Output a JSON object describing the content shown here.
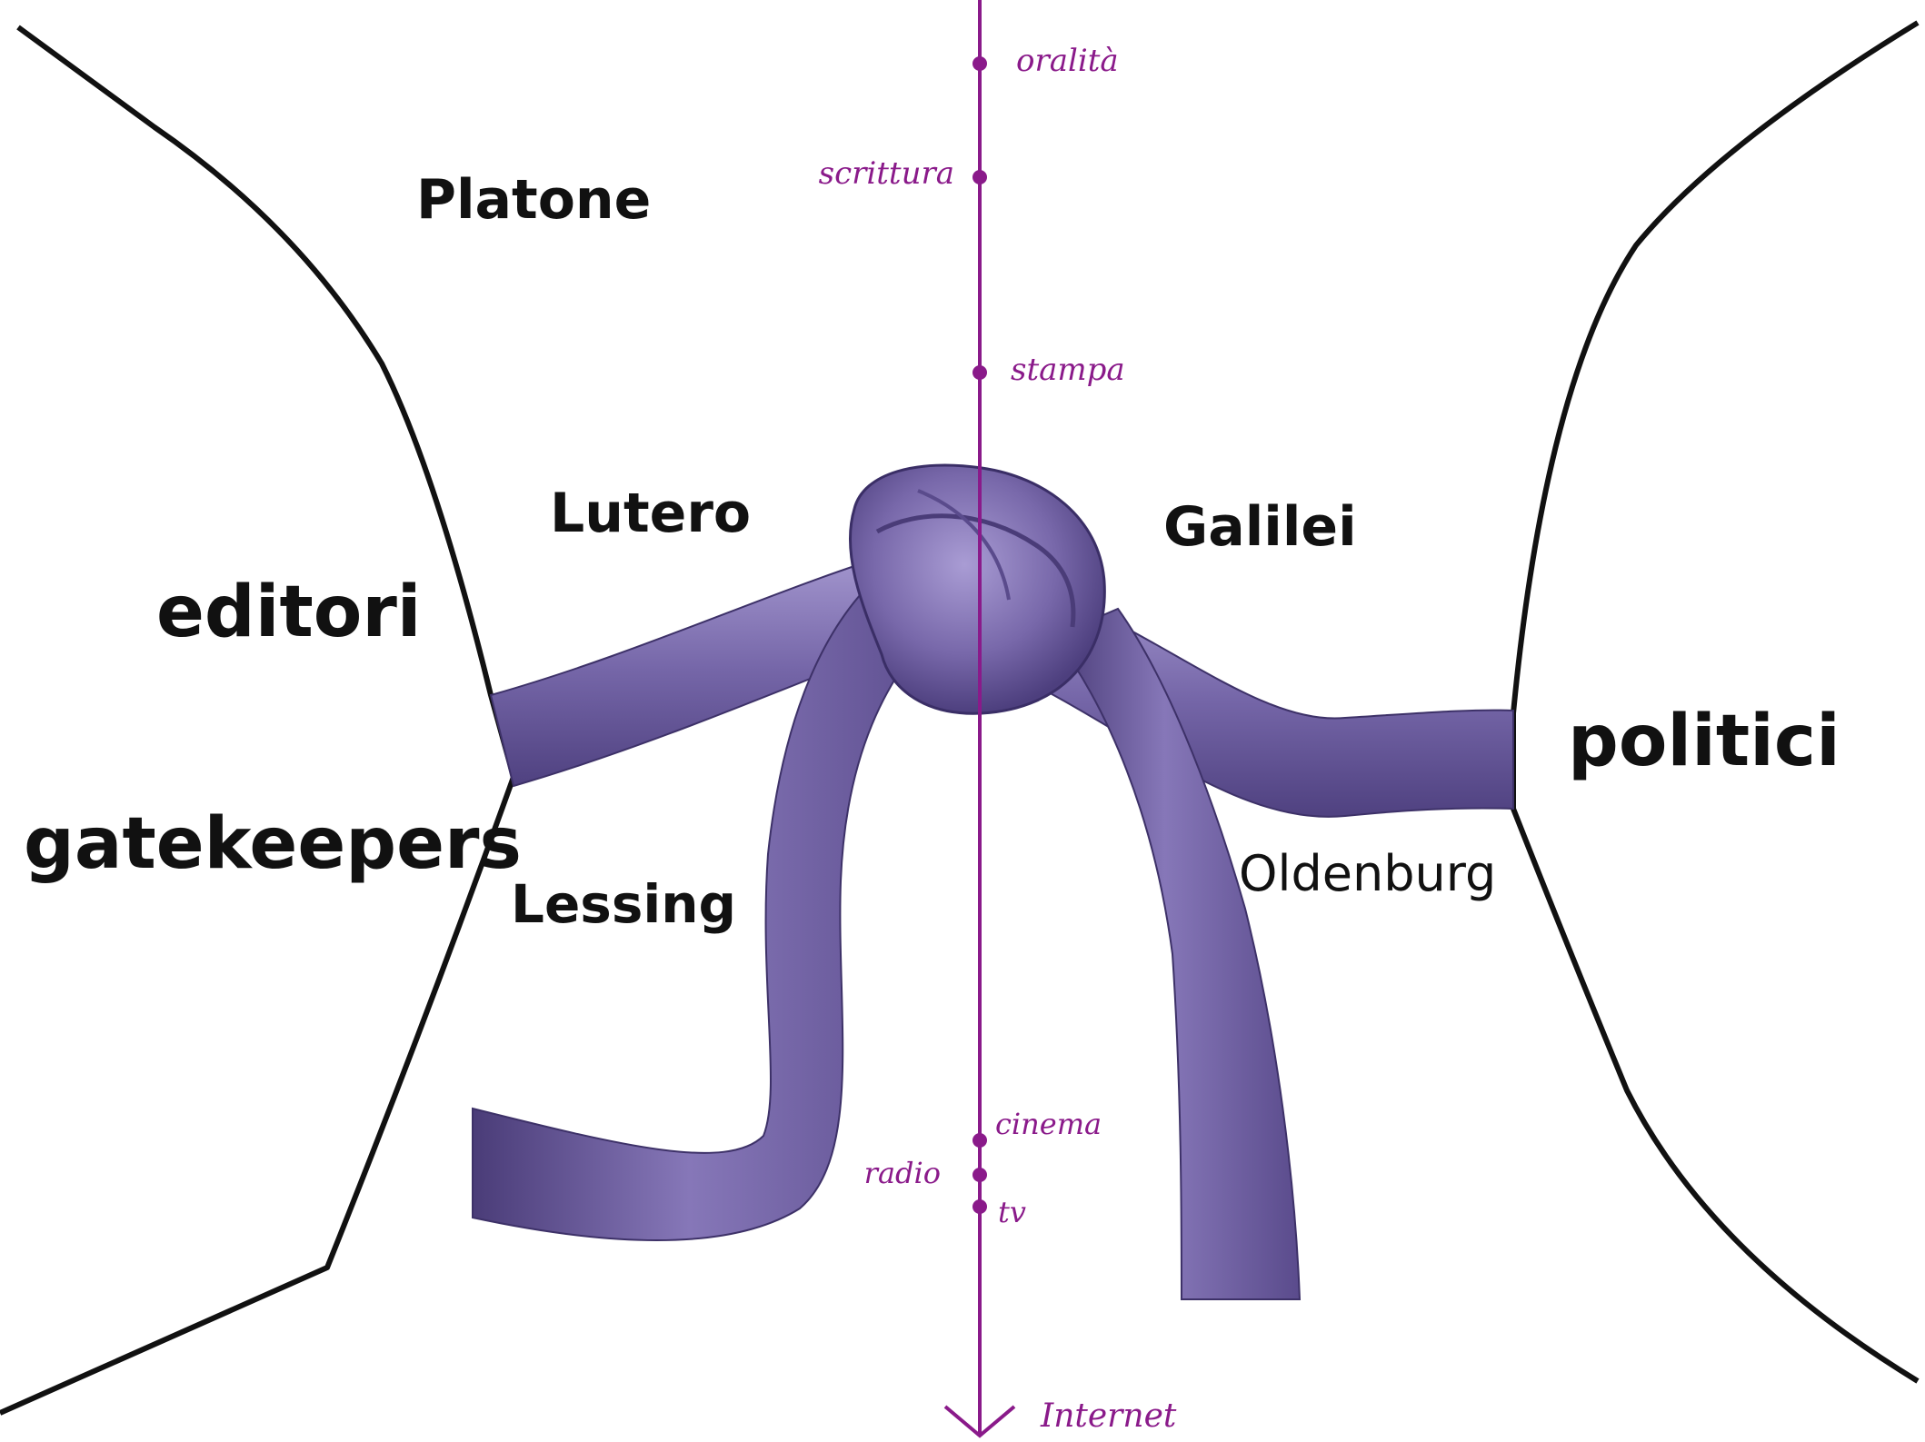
{
  "colors": {
    "timeline": "#8a1a8a",
    "ribbon_base": "#6f5fa0",
    "ribbon_light": "#9c90c8",
    "ribbon_dark": "#4a3c78",
    "boundary": "#111111",
    "text": "#111111"
  },
  "timeline": {
    "eras": [
      {
        "id": "oralita",
        "label": "oralità"
      },
      {
        "id": "scrittura",
        "label": "scrittura"
      },
      {
        "id": "stampa",
        "label": "stampa"
      },
      {
        "id": "cinema",
        "label": "cinema"
      },
      {
        "id": "radio",
        "label": "radio"
      },
      {
        "id": "tv",
        "label": "tv"
      },
      {
        "id": "internet",
        "label": "Internet"
      }
    ]
  },
  "people": {
    "platone": "Platone",
    "lutero": "Lutero",
    "galilei": "Galilei",
    "lessing": "Lessing",
    "oldenburg": "Oldenburg"
  },
  "groups": {
    "editori": "editori",
    "gatekeepers": "gatekeepers",
    "politici": "politici"
  }
}
